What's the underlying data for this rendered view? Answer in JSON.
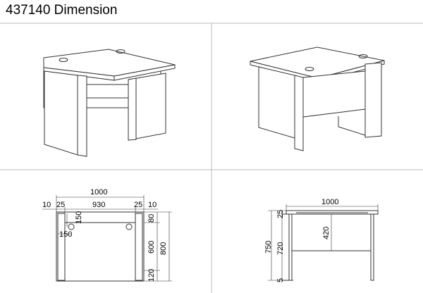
{
  "title": "437140 Dimension",
  "dimensions": {
    "top_width": "1000",
    "inner_width": "930",
    "left_outer": "10",
    "left_inner": "25",
    "right_inner": "25",
    "right_outer": "10",
    "hole_offset_x": "150",
    "hole_offset_y": "150",
    "depth_front": "80",
    "depth_mid": "600",
    "depth_total": "800",
    "depth_back": "120",
    "side_width": "1000",
    "side_top": "25",
    "side_height": "720",
    "side_total": "750",
    "side_panel": "420",
    "side_foot": "5"
  }
}
